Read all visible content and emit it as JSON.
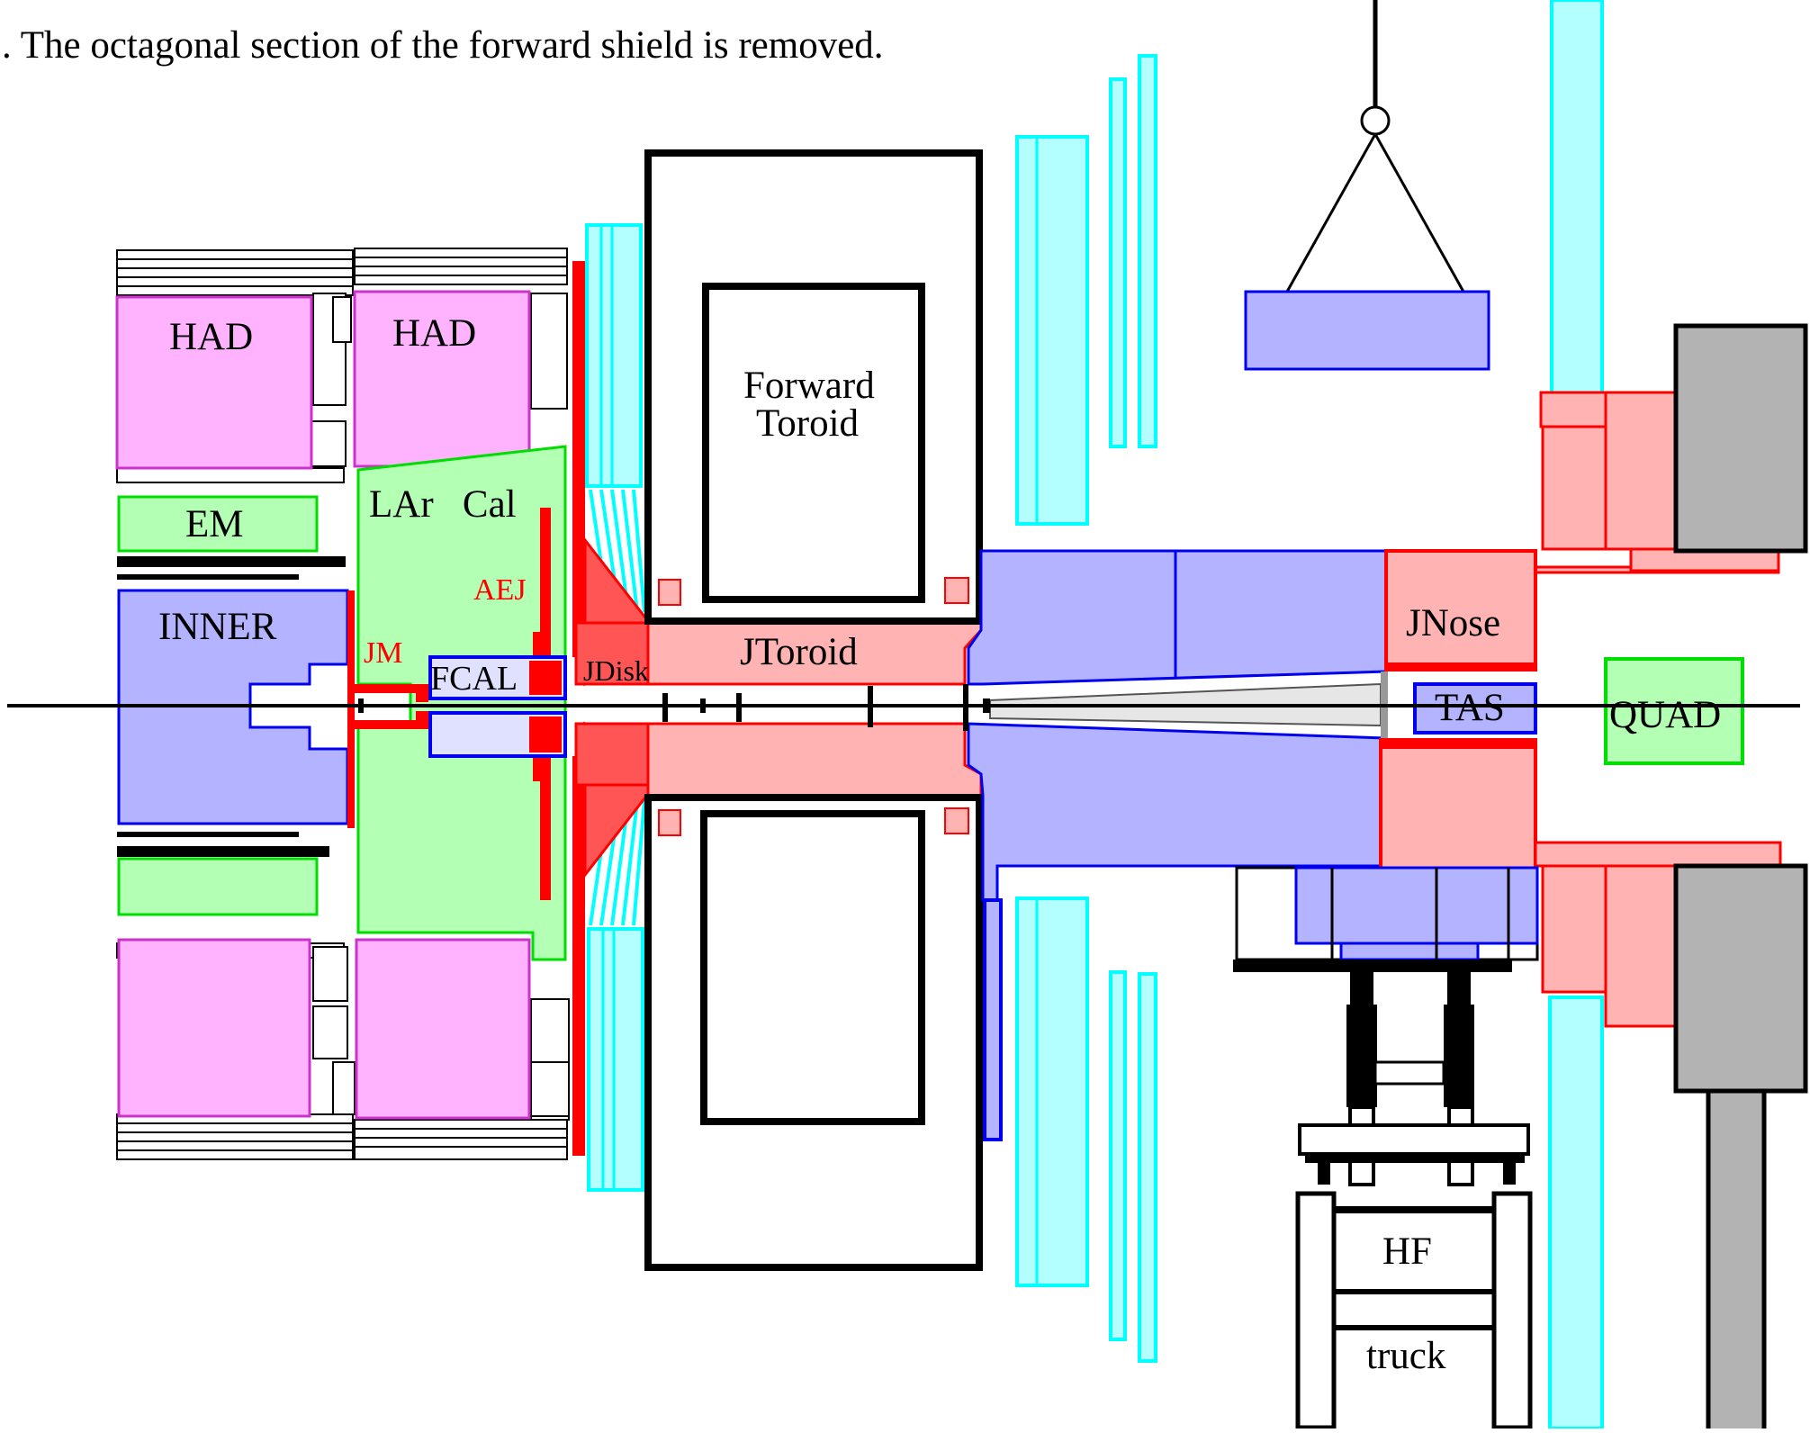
{
  "caption": ". The octagonal section of the forward shield is removed.",
  "labels": {
    "had_left": "HAD",
    "had_right": "HAD",
    "em": "EM",
    "inner": "INNER",
    "lar_cal": "LAr   Cal",
    "aej": "AEJ",
    "jm": "JM",
    "fcal": "FCAL",
    "jdisk": "JDisk",
    "forward": "Forward",
    "toroid": "Toroid",
    "jtoroid": "JToroid",
    "jnose": "JNose",
    "tas": "TAS",
    "quad": "QUAD",
    "hf": "HF",
    "truck": "truck"
  },
  "colors": {
    "magenta_fill": "#ffb3ff",
    "magenta_stroke": "#cc33cc",
    "green_fill": "#b3ffb3",
    "green_stroke": "#00dd00",
    "blue_fill": "#b3b3ff",
    "blue_stroke": "#0000ee",
    "red_fill": "#ffb3b3",
    "red_stroke": "#ff0000",
    "dark_red_fill": "#ff5555",
    "cyan_fill": "#b3ffff",
    "cyan_stroke": "#00ffff",
    "gray_fill": "#b3b3b3",
    "label_red": "#ff0000"
  }
}
